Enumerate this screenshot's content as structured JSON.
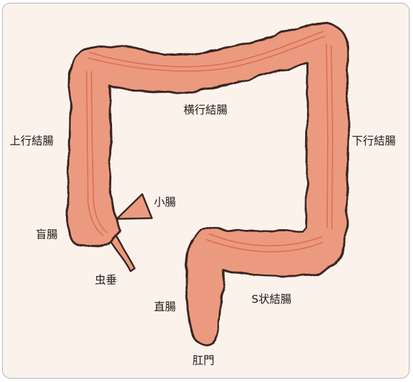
{
  "colors": {
    "background": "#fbf2ec",
    "border": "#b9aec8",
    "intestine_fill": "#ec9a7f",
    "intestine_outline": "#3a2520",
    "inner_line": "#d9735a"
  },
  "labels": {
    "transverse_colon": "横行結腸",
    "ascending_colon": "上行結腸",
    "descending_colon": "下行結腸",
    "small_intestine": "小腸",
    "cecum": "盲腸",
    "appendix": "虫垂",
    "rectum": "直腸",
    "sigmoid_colon": "S状結腸",
    "anus": "肛門"
  }
}
